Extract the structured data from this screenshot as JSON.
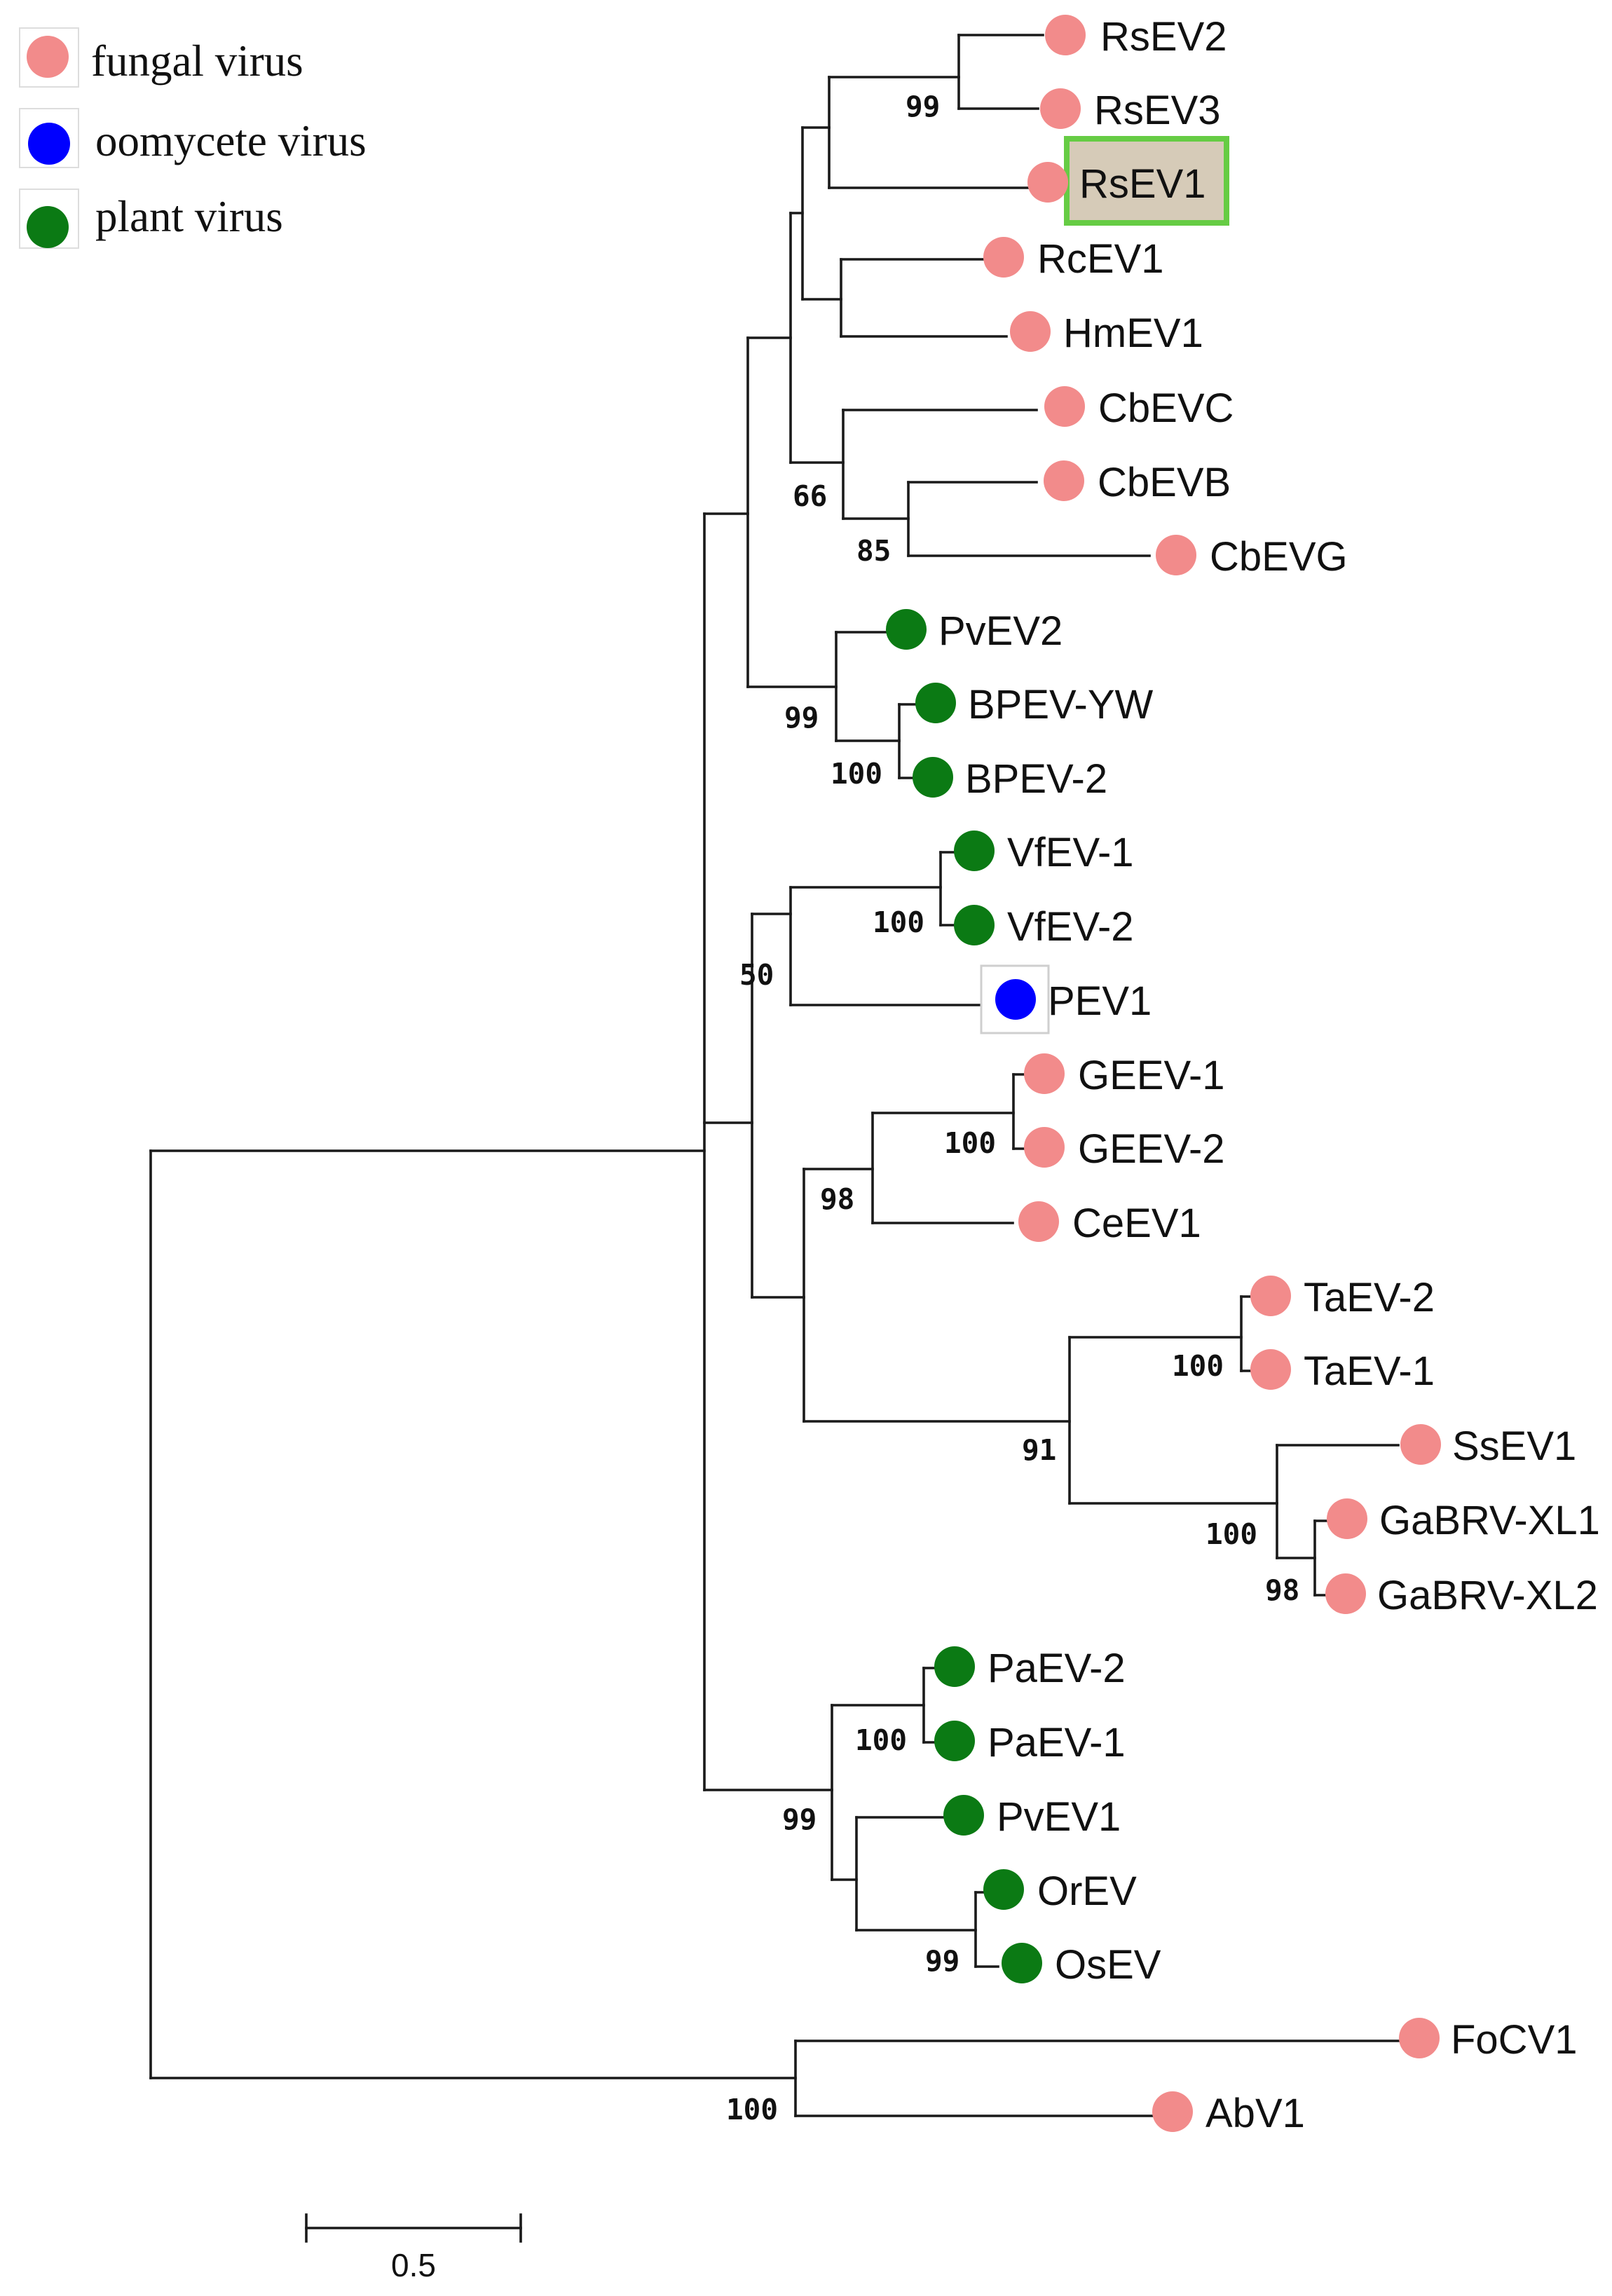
{
  "colors": {
    "fungal": "#f28b8b",
    "oomycete": "#0000ff",
    "plant": "#0b7a14",
    "highlight_fill": "#d6cbb8",
    "highlight_border": "#66cc44",
    "highlight_text": "#5c4400"
  },
  "legend": [
    {
      "category": "fungal",
      "label": "fungal virus"
    },
    {
      "category": "oomycete",
      "label": "oomycete virus"
    },
    {
      "category": "plant",
      "label": "plant virus"
    }
  ],
  "leaves": [
    {
      "label": "RsEV2",
      "category": "fungal"
    },
    {
      "label": "RsEV3",
      "category": "fungal"
    },
    {
      "label": "RsEV1",
      "category": "fungal",
      "highlight": true
    },
    {
      "label": "RcEV1",
      "category": "fungal"
    },
    {
      "label": "HmEV1",
      "category": "fungal"
    },
    {
      "label": "CbEVC",
      "category": "fungal"
    },
    {
      "label": "CbEVB",
      "category": "fungal"
    },
    {
      "label": "CbEVG",
      "category": "fungal"
    },
    {
      "label": "PvEV2",
      "category": "plant"
    },
    {
      "label": "BPEV-YW",
      "category": "plant"
    },
    {
      "label": "BPEV-2",
      "category": "plant"
    },
    {
      "label": "VfEV-1",
      "category": "plant"
    },
    {
      "label": "VfEV-2",
      "category": "plant"
    },
    {
      "label": "PEV1",
      "category": "oomycete",
      "boxed": true
    },
    {
      "label": "GEEV-1",
      "category": "fungal"
    },
    {
      "label": "GEEV-2",
      "category": "fungal"
    },
    {
      "label": "CeEV1",
      "category": "fungal"
    },
    {
      "label": "TaEV-2",
      "category": "fungal"
    },
    {
      "label": "TaEV-1",
      "category": "fungal"
    },
    {
      "label": "SsEV1",
      "category": "fungal"
    },
    {
      "label": "GaBRV-XL1",
      "category": "fungal"
    },
    {
      "label": "GaBRV-XL2",
      "category": "fungal"
    },
    {
      "label": "PaEV-2",
      "category": "plant"
    },
    {
      "label": "PaEV-1",
      "category": "plant"
    },
    {
      "label": "PvEV1",
      "category": "plant"
    },
    {
      "label": "OrEV",
      "category": "plant"
    },
    {
      "label": "OsEV",
      "category": "plant"
    },
    {
      "label": "FoCV1",
      "category": "fungal"
    },
    {
      "label": "AbV1",
      "category": "fungal"
    }
  ],
  "bootstrap_values": [
    {
      "clade": "RsEV2+RsEV3",
      "value": "99"
    },
    {
      "clade": "Cb clade",
      "value": "66"
    },
    {
      "clade": "CbEVB+CbEVG",
      "value": "85"
    },
    {
      "clade": "PvEV2+BPEV",
      "value": "99"
    },
    {
      "clade": "BPEV-YW+BPEV-2",
      "value": "100"
    },
    {
      "clade": "VfEV-1+VfEV-2",
      "value": "100"
    },
    {
      "clade": "VfEV+PEV1",
      "value": "50"
    },
    {
      "clade": "GEEV-1+GEEV-2",
      "value": "100"
    },
    {
      "clade": "GEEV+CeEV1",
      "value": "98"
    },
    {
      "clade": "TaEV-2+TaEV-1",
      "value": "100"
    },
    {
      "clade": "TaEV+SsEV+GaBRV",
      "value": "91"
    },
    {
      "clade": "SsEV1+GaBRV",
      "value": "100"
    },
    {
      "clade": "GaBRV-XL1+GaBRV-XL2",
      "value": "98"
    },
    {
      "clade": "PaEV-2+PaEV-1",
      "value": "100"
    },
    {
      "clade": "plant clade",
      "value": "99"
    },
    {
      "clade": "OrEV+OsEV",
      "value": "99"
    },
    {
      "clade": "FoCV1+AbV1",
      "value": "100"
    }
  ],
  "scale_bar": {
    "label": "0.5"
  }
}
